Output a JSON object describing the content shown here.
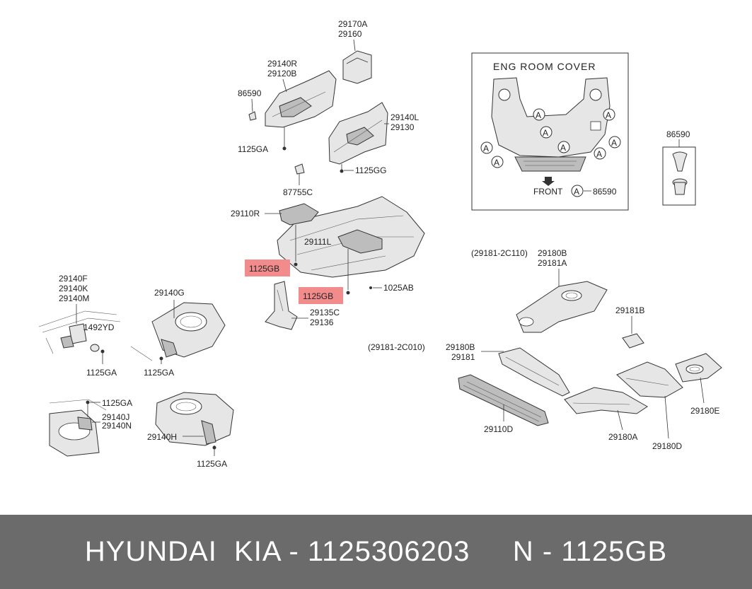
{
  "labels": {
    "p29170A": "29170A",
    "p29160": "29160",
    "p29140R": "29140R",
    "p29120B": "29120B",
    "p86590a": "86590",
    "p29140L": "29140L",
    "p29130": "29130",
    "p1125GAa": "1125GA",
    "p1125GG": "1125GG",
    "p87755C": "87755C",
    "p29110R": "29110R",
    "p29111L": "29111L",
    "p1125GBa": "1125GB",
    "p1125GBb": "1125GB",
    "p1025AB": "1025AB",
    "p29135C": "29135C",
    "p29136": "29136",
    "p29140F": "29140F",
    "p29140K": "29140K",
    "p29140M": "29140M",
    "p1492YD": "1492YD",
    "p1125GAb": "1125GA",
    "p29140G": "29140G",
    "p1125GAc": "1125GA",
    "p1125GAd": "1125GA",
    "p29140J": "29140J",
    "p29140N": "29140N",
    "p29140H": "29140H",
    "p1125GAe": "1125GA",
    "inset_title": "ENG ROOM COVER",
    "front": "FRONT",
    "callout": "A",
    "p86590b": "86590",
    "p86590c": "86590",
    "p29181_2C110": "(29181-2C110)",
    "p29180B": "29180B",
    "p29181A": "29181A",
    "p29181B": "29181B",
    "p29181_2C010": "(29181-2C010)",
    "p29180B_2": "29180B",
    "p29181": "29181",
    "p29110D": "29110D",
    "p29180A": "29180A",
    "p29180D": "29180D",
    "p29180E": "29180E"
  },
  "footer": {
    "text": "HYUNDAI  KIA - 1125306203     N - 1125GB"
  },
  "colors": {
    "highlight": "#f28b8b",
    "footer_bg": "#6b6b6b"
  }
}
